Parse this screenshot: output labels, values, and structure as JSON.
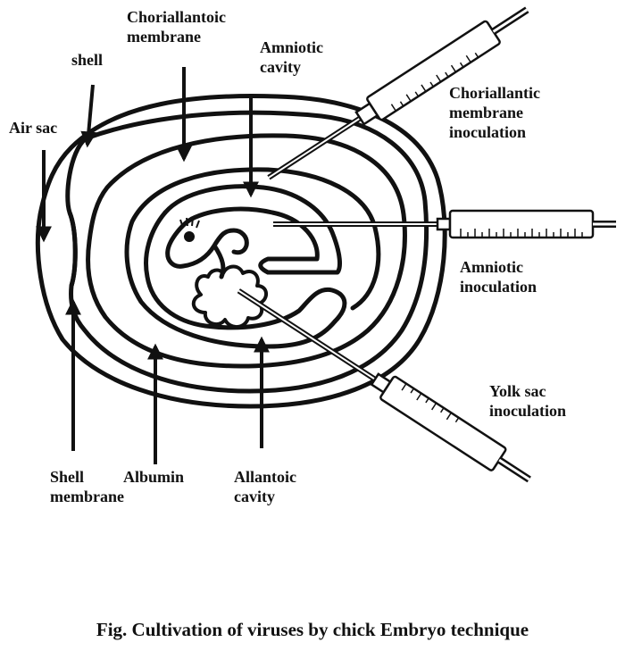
{
  "labels": {
    "chorioallantoic_membrane": [
      "Choriallantoic",
      "membrane"
    ],
    "shell": "shell",
    "amniotic_cavity": [
      "Amniotic",
      "cavity"
    ],
    "air_sac": "Air sac",
    "cam_inoculation": [
      "Choriallantic",
      "membrane",
      "inoculation"
    ],
    "amniotic_inoculation": [
      "Amniotic",
      "inoculation"
    ],
    "yolk_sac_inoculation": [
      "Yolk sac",
      "inoculation"
    ],
    "shell_membrane": [
      "Shell",
      "membrane"
    ],
    "albumin": "Albumin",
    "allantoic_cavity": [
      "Allantoic",
      "cavity"
    ]
  },
  "caption": "Fig. Cultivation of viruses by chick Embryo technique",
  "colors": {
    "ink": "#111111",
    "background": "#ffffff"
  }
}
